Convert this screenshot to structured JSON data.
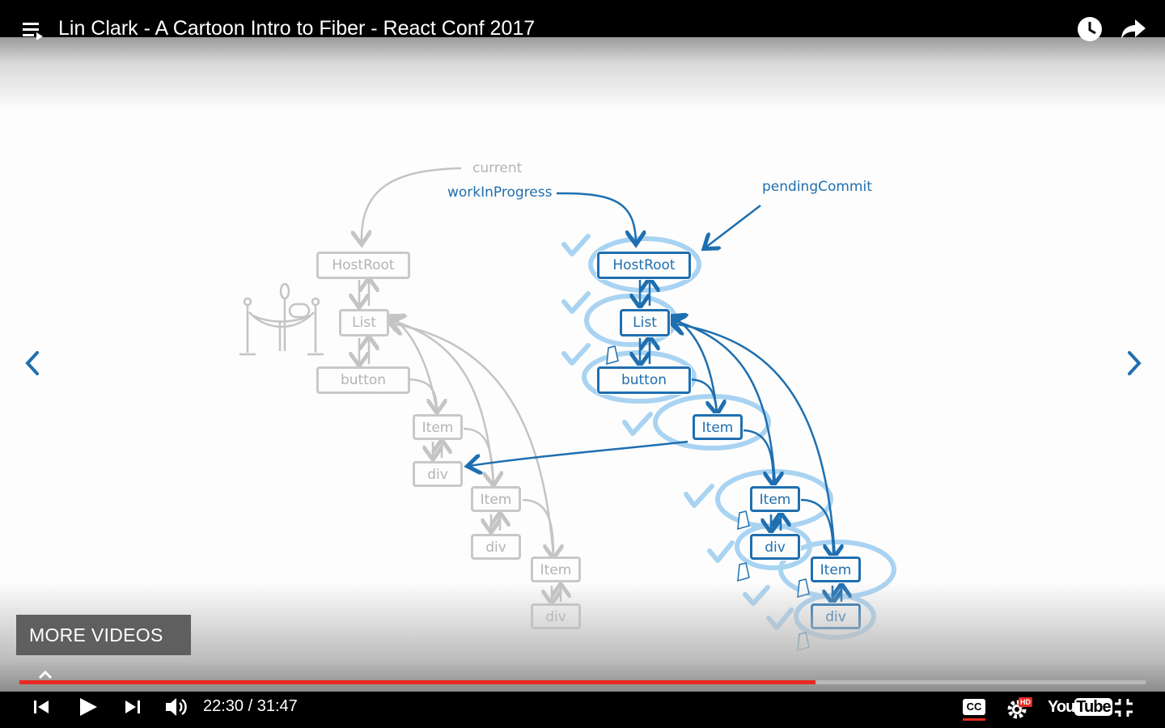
{
  "video": {
    "title": "Lin Clark - A Cartoon Intro to Fiber - React Conf 2017",
    "time_current": "22:30",
    "time_separator": " / ",
    "time_total": "31:47",
    "progress": 0.707,
    "progress_color": "#e52a22"
  },
  "header_icons": [
    "playlist-icon",
    "watch-later-icon",
    "share-icon"
  ],
  "more_videos": {
    "label": "MORE VIDEOS"
  },
  "controls": {
    "cc_label": "CC",
    "hd_badge": "HD",
    "youtube_you": "You",
    "youtube_tube": "Tube"
  },
  "diagram": {
    "labels": {
      "current": "current",
      "work_in_progress": "workInProgress",
      "pending_commit": "pendingCommit"
    },
    "current_tree": [
      "HostRoot",
      "List",
      "button",
      "Item",
      "div",
      "Item",
      "div",
      "Item",
      "div"
    ],
    "wip_tree": [
      "HostRoot",
      "List",
      "button",
      "Item",
      "Item",
      "div",
      "Item",
      "div"
    ],
    "colors": {
      "gray": "#c8c8c8",
      "blue": "#1f6fb0",
      "light_blue": "#a9d3f2"
    }
  }
}
